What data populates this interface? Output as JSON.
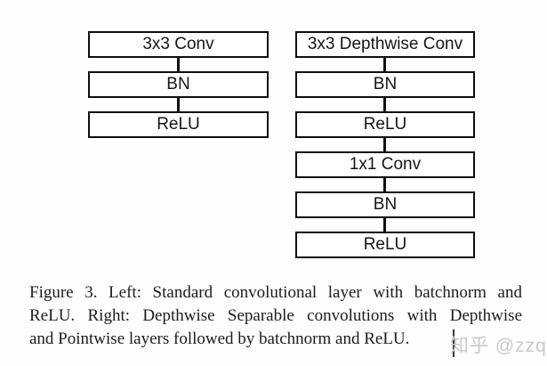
{
  "diagram": {
    "left_column": {
      "boxes": [
        {
          "label": "3x3 Conv"
        },
        {
          "label": "BN"
        },
        {
          "label": "ReLU"
        }
      ]
    },
    "right_column": {
      "boxes": [
        {
          "label": "3x3 Depthwise Conv"
        },
        {
          "label": "BN"
        },
        {
          "label": "ReLU"
        },
        {
          "label": "1x1 Conv"
        },
        {
          "label": "BN"
        },
        {
          "label": "ReLU"
        }
      ]
    }
  },
  "caption": {
    "lines": [
      "Figure 3. Left: Standard convolutional layer with batchnorm and",
      "ReLU. Right: Depthwise Separable convolutions with Depthwise",
      "and Pointwise layers followed by batchnorm and ReLU."
    ]
  },
  "watermark": {
    "text": "知乎 @zzq",
    "color": "#c7c9cb"
  },
  "colors": {
    "line": "#0e0e0e",
    "text": "#1c1c1c",
    "background": "#ffffff"
  }
}
